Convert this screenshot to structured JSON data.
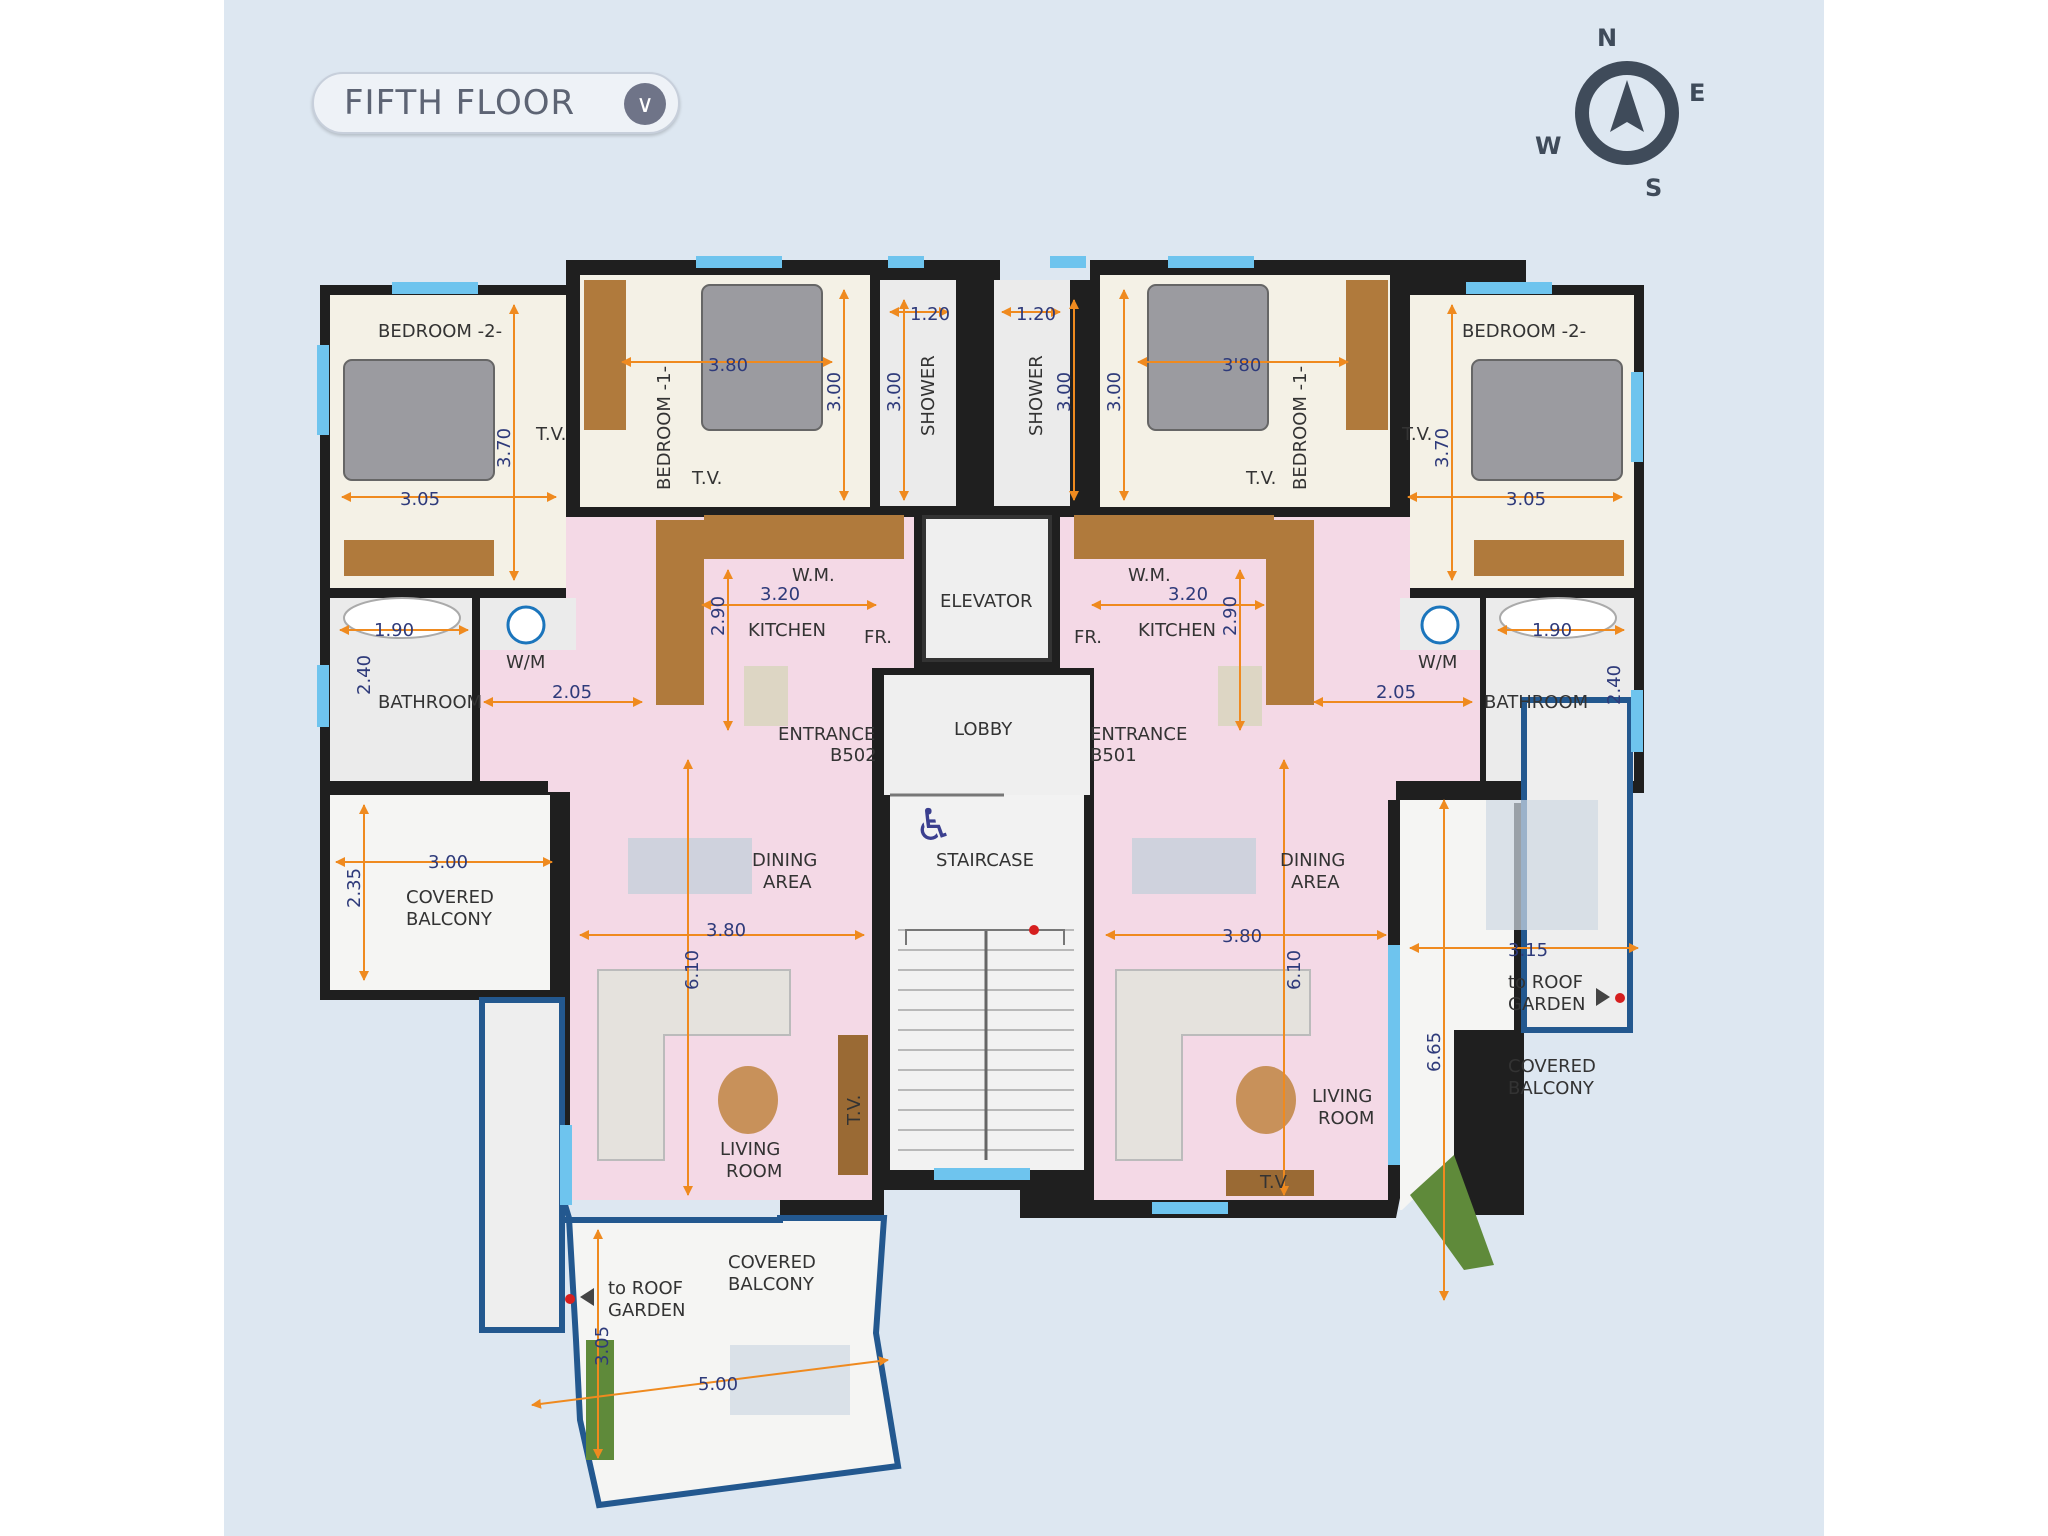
{
  "header": {
    "floor": "FIFTH FLOOR"
  },
  "compass": {
    "n": "N",
    "e": "E",
    "s": "S",
    "w": "W"
  },
  "colors": {
    "pink": "#f4d9e6",
    "orange": "#ef8a1f",
    "glass": "#6ec4ee",
    "wall": "#1f1f1f",
    "balcony": "#f5f5f3",
    "core": "#efefef"
  },
  "rooms": {
    "bedroom2": "BEDROOM -2-",
    "bedroom1": "BEDROOM -1-",
    "shower": "SHOWER",
    "kitchen": "KITCHEN",
    "elevator": "ELEVATOR",
    "lobby": "LOBBY",
    "staircase": "STAIRCASE",
    "bathroom": "BATHROOM",
    "entrance_b502": [
      "ENTRANCE",
      "B502"
    ],
    "entrance_b501": [
      "ENTRANCE",
      "B501"
    ],
    "dining": [
      "DINING",
      "AREA"
    ],
    "living": [
      "LIVING",
      "ROOM"
    ],
    "covered_balcony": [
      "COVERED",
      "BALCONY"
    ],
    "roof_garden": [
      "to ROOF",
      "GARDEN"
    ]
  },
  "fixtures": {
    "tv": "T.V.",
    "tv_alt": "T.V",
    "wm_kitchen": "W.M.",
    "wm_bath": "W/M",
    "fridge": "FR."
  },
  "dimensions": {
    "left": {
      "bed2_w": "3.05",
      "bed2_h": "3.70",
      "bed1_w": "3.80",
      "bed1_h": "3.00",
      "shower_w": "1.20",
      "shower_h": "3.00",
      "kitchen_w": "3.20",
      "kitchen_h": "2.90",
      "bath_w": "1.90",
      "bath_h": "2.40",
      "hall": "2.05",
      "balcony_w": "3.00",
      "balcony_h": "2.35",
      "living_w": "3.80",
      "living_h": "6.10",
      "front_balcony_w": "5.00",
      "front_balcony_h": "3.05"
    },
    "right": {
      "bed2_w": "3.05",
      "bed2_h": "3.70",
      "bed1_w": "3'80",
      "bed1_h": "3.00",
      "shower_w": "1.20",
      "shower_h": "3.00",
      "kitchen_w": "3.20",
      "kitchen_h": "2.90",
      "bath_w": "1.90",
      "bath_h": "2.40",
      "hall": "2.05",
      "living_w": "3.80",
      "living_h": "6.10",
      "balcony_w": "3.15",
      "balcony_h": "6.65"
    }
  }
}
